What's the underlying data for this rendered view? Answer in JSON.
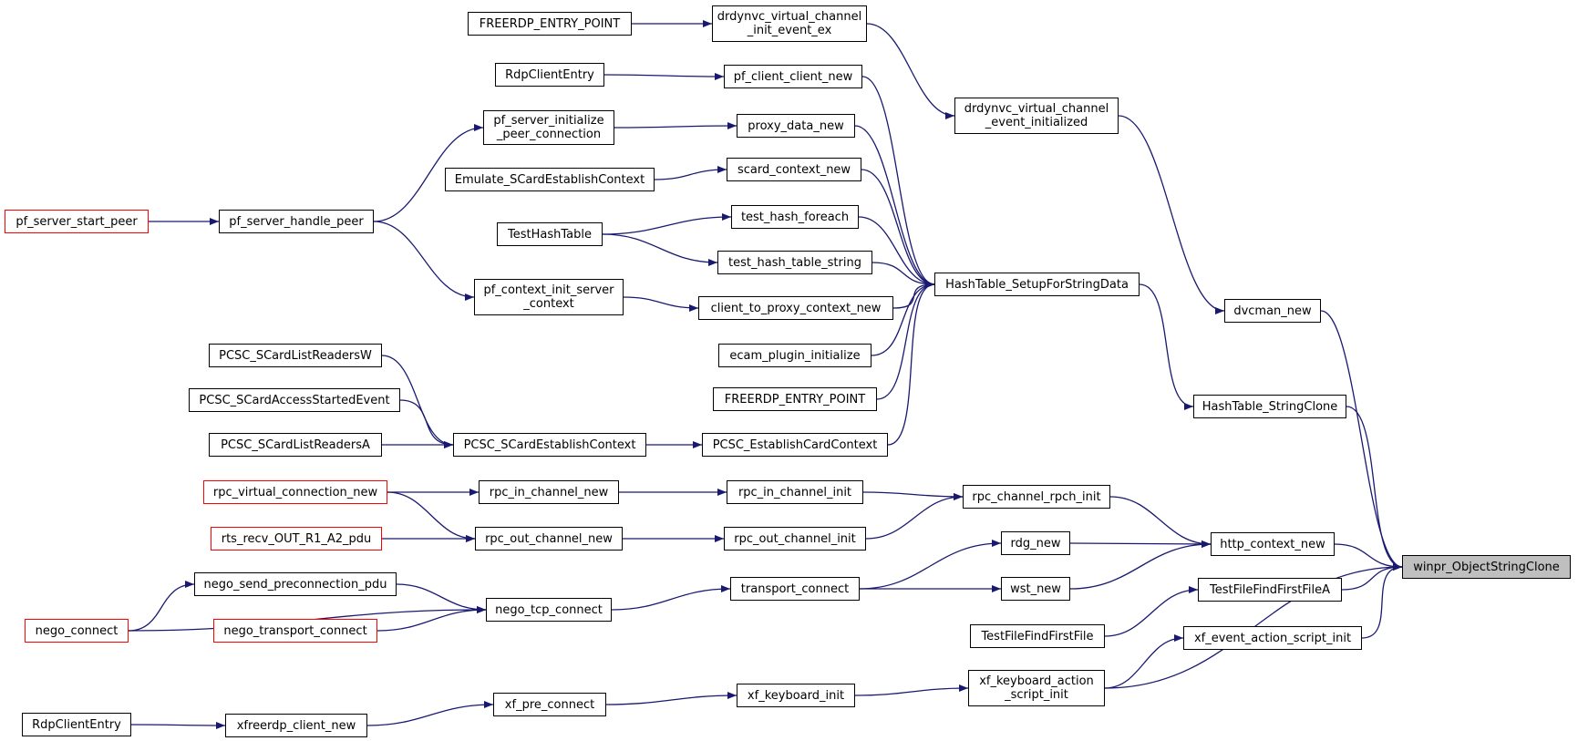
{
  "colors": {
    "edge": "#191970",
    "node_border": "#000000",
    "truncated_border": "#ff0000",
    "root_fill": "#bfbfbf"
  },
  "nodes": [
    {
      "id": "n_ep1",
      "lines": [
        "FREERDP_ENTRY_POINT"
      ],
      "style": "normal"
    },
    {
      "id": "n_drd_init_ex",
      "lines": [
        "drdynvc_virtual_channel",
        "_init_event_ex"
      ],
      "style": "normal"
    },
    {
      "id": "n_rdp1",
      "lines": [
        "RdpClientEntry"
      ],
      "style": "normal"
    },
    {
      "id": "n_pf_ccn",
      "lines": [
        "pf_client_client_new"
      ],
      "style": "normal"
    },
    {
      "id": "n_drd_evinit",
      "lines": [
        "drdynvc_virtual_channel",
        "_event_initialized"
      ],
      "style": "normal"
    },
    {
      "id": "n_pf_sipc",
      "lines": [
        "pf_server_initialize",
        "_peer_connection"
      ],
      "style": "normal"
    },
    {
      "id": "n_proxy_dn",
      "lines": [
        "proxy_data_new"
      ],
      "style": "normal"
    },
    {
      "id": "n_emu",
      "lines": [
        "Emulate_SCardEstablishContext"
      ],
      "style": "normal"
    },
    {
      "id": "n_scard_cn",
      "lines": [
        "scard_context_new"
      ],
      "style": "normal"
    },
    {
      "id": "n_pf_ssp",
      "lines": [
        "pf_server_start_peer"
      ],
      "style": "red"
    },
    {
      "id": "n_pf_shp",
      "lines": [
        "pf_server_handle_peer"
      ],
      "style": "normal"
    },
    {
      "id": "n_thf",
      "lines": [
        "test_hash_foreach"
      ],
      "style": "normal"
    },
    {
      "id": "n_tht",
      "lines": [
        "TestHashTable"
      ],
      "style": "normal"
    },
    {
      "id": "n_thts",
      "lines": [
        "test_hash_table_string"
      ],
      "style": "normal"
    },
    {
      "id": "n_htsfsd",
      "lines": [
        "HashTable_SetupForStringData"
      ],
      "style": "normal"
    },
    {
      "id": "n_pf_cisc",
      "lines": [
        "pf_context_init_server",
        "_context"
      ],
      "style": "normal"
    },
    {
      "id": "n_ctpcn",
      "lines": [
        "client_to_proxy_context_new"
      ],
      "style": "normal"
    },
    {
      "id": "n_dvcman",
      "lines": [
        "dvcman_new"
      ],
      "style": "normal"
    },
    {
      "id": "n_ecam",
      "lines": [
        "ecam_plugin_initialize"
      ],
      "style": "normal"
    },
    {
      "id": "n_pcsc_lrw",
      "lines": [
        "PCSC_SCardListReadersW"
      ],
      "style": "normal"
    },
    {
      "id": "n_ep2",
      "lines": [
        "FREERDP_ENTRY_POINT"
      ],
      "style": "normal"
    },
    {
      "id": "n_pcsc_ase",
      "lines": [
        "PCSC_SCardAccessStartedEvent"
      ],
      "style": "normal"
    },
    {
      "id": "n_htsc",
      "lines": [
        "HashTable_StringClone"
      ],
      "style": "normal"
    },
    {
      "id": "n_pcsc_lra",
      "lines": [
        "PCSC_SCardListReadersA"
      ],
      "style": "normal"
    },
    {
      "id": "n_pcsc_sec",
      "lines": [
        "PCSC_SCardEstablishContext"
      ],
      "style": "normal"
    },
    {
      "id": "n_pcsc_ecc",
      "lines": [
        "PCSC_EstablishCardContext"
      ],
      "style": "normal"
    },
    {
      "id": "n_rpc_vcn",
      "lines": [
        "rpc_virtual_connection_new"
      ],
      "style": "red"
    },
    {
      "id": "n_rpc_icn",
      "lines": [
        "rpc_in_channel_new"
      ],
      "style": "normal"
    },
    {
      "id": "n_rpc_ici",
      "lines": [
        "rpc_in_channel_init"
      ],
      "style": "normal"
    },
    {
      "id": "n_rpc_cri",
      "lines": [
        "rpc_channel_rpch_init"
      ],
      "style": "normal"
    },
    {
      "id": "n_rts",
      "lines": [
        "rts_recv_OUT_R1_A2_pdu"
      ],
      "style": "red"
    },
    {
      "id": "n_rpc_ocn",
      "lines": [
        "rpc_out_channel_new"
      ],
      "style": "normal"
    },
    {
      "id": "n_rpc_oci",
      "lines": [
        "rpc_out_channel_init"
      ],
      "style": "normal"
    },
    {
      "id": "n_rdg",
      "lines": [
        "rdg_new"
      ],
      "style": "normal"
    },
    {
      "id": "n_http",
      "lines": [
        "http_context_new"
      ],
      "style": "normal"
    },
    {
      "id": "n_root",
      "lines": [
        "winpr_ObjectStringClone"
      ],
      "style": "root"
    },
    {
      "id": "n_nspp",
      "lines": [
        "nego_send_preconnection_pdu"
      ],
      "style": "normal"
    },
    {
      "id": "n_tc",
      "lines": [
        "transport_connect"
      ],
      "style": "normal"
    },
    {
      "id": "n_wst",
      "lines": [
        "wst_new"
      ],
      "style": "normal"
    },
    {
      "id": "n_tfffa",
      "lines": [
        "TestFileFindFirstFileA"
      ],
      "style": "normal"
    },
    {
      "id": "n_nc",
      "lines": [
        "nego_connect"
      ],
      "style": "red"
    },
    {
      "id": "n_ntcp",
      "lines": [
        "nego_tcp_connect"
      ],
      "style": "normal"
    },
    {
      "id": "n_ntc",
      "lines": [
        "nego_transport_connect"
      ],
      "style": "red"
    },
    {
      "id": "n_tffff",
      "lines": [
        "TestFileFindFirstFile"
      ],
      "style": "normal"
    },
    {
      "id": "n_xfeasi",
      "lines": [
        "xf_event_action_script_init"
      ],
      "style": "normal"
    },
    {
      "id": "n_xfkasi",
      "lines": [
        "xf_keyboard_action",
        "_script_init"
      ],
      "style": "normal"
    },
    {
      "id": "n_xfpc",
      "lines": [
        "xf_pre_connect"
      ],
      "style": "normal"
    },
    {
      "id": "n_xfki",
      "lines": [
        "xf_keyboard_init"
      ],
      "style": "normal"
    },
    {
      "id": "n_rdp2",
      "lines": [
        "RdpClientEntry"
      ],
      "style": "normal"
    },
    {
      "id": "n_xfcn",
      "lines": [
        "xfreerdp_client_new"
      ],
      "style": "normal"
    }
  ],
  "edges": [
    [
      "n_ep1",
      "n_drd_init_ex"
    ],
    [
      "n_drd_init_ex",
      "n_drd_evinit"
    ],
    [
      "n_drd_evinit",
      "n_dvcman"
    ],
    [
      "n_dvcman",
      "n_root"
    ],
    [
      "n_rdp1",
      "n_pf_ccn"
    ],
    [
      "n_pf_ccn",
      "n_htsfsd"
    ],
    [
      "n_pf_sipc",
      "n_proxy_dn"
    ],
    [
      "n_pf_shp",
      "n_pf_sipc"
    ],
    [
      "n_pf_ssp",
      "n_pf_shp"
    ],
    [
      "n_pf_shp",
      "n_pf_cisc"
    ],
    [
      "n_proxy_dn",
      "n_htsfsd"
    ],
    [
      "n_emu",
      "n_scard_cn"
    ],
    [
      "n_scard_cn",
      "n_htsfsd"
    ],
    [
      "n_tht",
      "n_thf"
    ],
    [
      "n_tht",
      "n_thts"
    ],
    [
      "n_thf",
      "n_htsfsd"
    ],
    [
      "n_thts",
      "n_htsfsd"
    ],
    [
      "n_pf_cisc",
      "n_ctpcn"
    ],
    [
      "n_ctpcn",
      "n_htsfsd"
    ],
    [
      "n_ecam",
      "n_htsfsd"
    ],
    [
      "n_ep2",
      "n_htsfsd"
    ],
    [
      "n_pcsc_ecc",
      "n_htsfsd"
    ],
    [
      "n_htsfsd",
      "n_htsc"
    ],
    [
      "n_htsc",
      "n_root"
    ],
    [
      "n_pcsc_lrw",
      "n_pcsc_sec"
    ],
    [
      "n_pcsc_ase",
      "n_pcsc_sec"
    ],
    [
      "n_pcsc_lra",
      "n_pcsc_sec"
    ],
    [
      "n_pcsc_sec",
      "n_pcsc_ecc"
    ],
    [
      "n_rpc_vcn",
      "n_rpc_icn"
    ],
    [
      "n_rpc_vcn",
      "n_rpc_ocn"
    ],
    [
      "n_rts",
      "n_rpc_ocn"
    ],
    [
      "n_rpc_icn",
      "n_rpc_ici"
    ],
    [
      "n_rpc_ocn",
      "n_rpc_oci"
    ],
    [
      "n_rpc_ici",
      "n_rpc_cri"
    ],
    [
      "n_rpc_oci",
      "n_rpc_cri"
    ],
    [
      "n_rpc_cri",
      "n_http"
    ],
    [
      "n_rdg",
      "n_http"
    ],
    [
      "n_wst",
      "n_http"
    ],
    [
      "n_http",
      "n_root"
    ],
    [
      "n_tc",
      "n_rdg"
    ],
    [
      "n_tc",
      "n_wst"
    ],
    [
      "n_ntcp",
      "n_tc"
    ],
    [
      "n_nspp",
      "n_ntcp"
    ],
    [
      "n_nc",
      "n_nspp"
    ],
    [
      "n_nc",
      "n_ntcp"
    ],
    [
      "n_ntc",
      "n_ntcp"
    ],
    [
      "n_tfffa",
      "n_root"
    ],
    [
      "n_tffff",
      "n_tfffa"
    ],
    [
      "n_xfeasi",
      "n_root"
    ],
    [
      "n_xfkasi",
      "n_xfeasi"
    ],
    [
      "n_xfkasi",
      "n_root"
    ],
    [
      "n_xfki",
      "n_xfkasi"
    ],
    [
      "n_xfpc",
      "n_xfki"
    ],
    [
      "n_xfcn",
      "n_xfpc"
    ],
    [
      "n_rdp2",
      "n_xfcn"
    ]
  ]
}
